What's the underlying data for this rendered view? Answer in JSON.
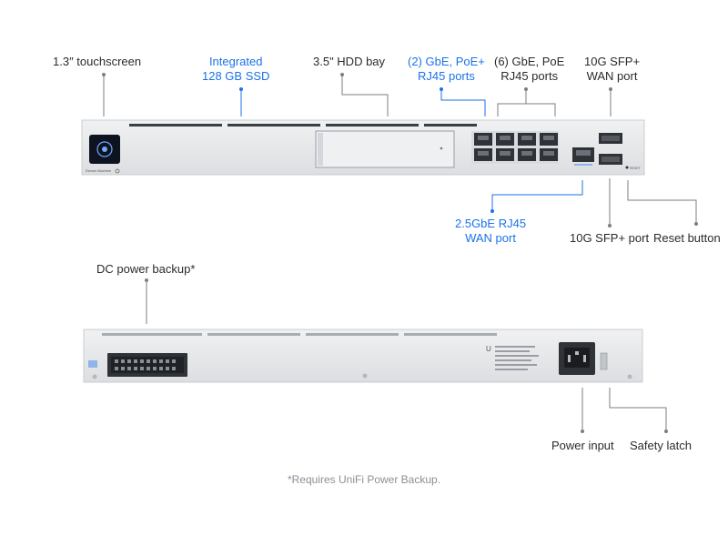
{
  "front_labels": {
    "touchscreen": "1.3″ touchscreen",
    "ssd_line1": "Integrated",
    "ssd_line2": "128 GB SSD",
    "hdd": "3.5\" HDD bay",
    "poe_plus_line1": "(2) GbE, PoE+",
    "poe_plus_line2": "RJ45 ports",
    "poe_line1": "(6) GbE, PoE",
    "poe_line2": "RJ45 ports",
    "sfp_wan_line1": "10G SFP+",
    "sfp_wan_line2": "WAN port",
    "wan25_line1": "2.5GbE RJ45",
    "wan25_line2": "WAN port",
    "sfp_port": "10G SFP+ port",
    "reset": "Reset button"
  },
  "rear_labels": {
    "dc_backup": "DC power backup*",
    "power_input": "Power input",
    "safety_latch": "Safety latch"
  },
  "footnote": "*Requires UniFi Power Backup.",
  "device_text": {
    "screen_brand": "Dream Machine",
    "reset_text": "RESET"
  },
  "colors": {
    "accent_blue": "#1a73e8",
    "leader_gray": "#7a7f86",
    "chassis": "#e6e7e9"
  }
}
